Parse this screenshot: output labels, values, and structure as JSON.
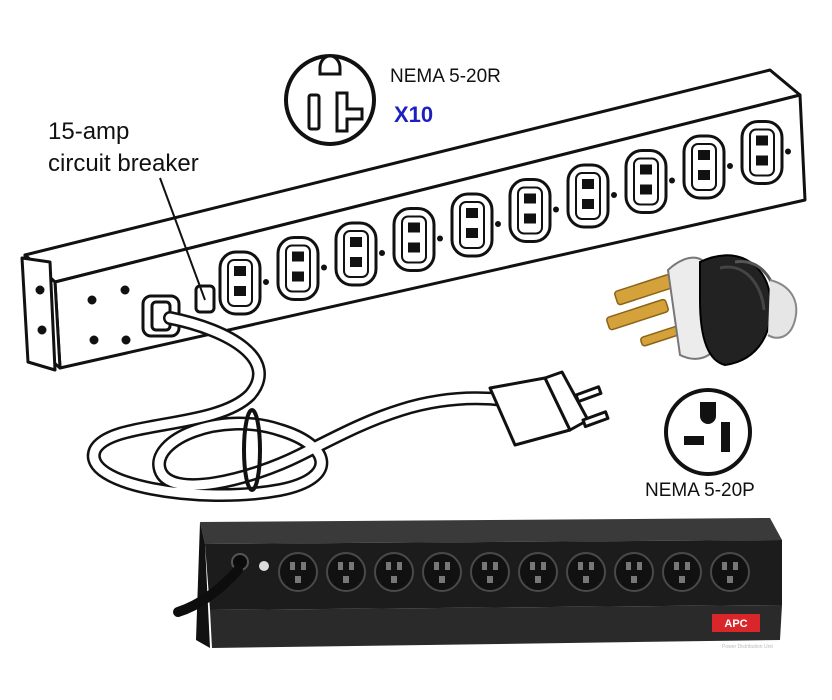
{
  "receptacle": {
    "name": "NEMA 5-20R",
    "quantity": "X10"
  },
  "breaker": {
    "line1": "15-amp",
    "line2": "circuit breaker"
  },
  "plug": {
    "name": "NEMA 5-20P"
  },
  "photo_unit": {
    "brand": "APC",
    "face_text": "Power Distribution Unit"
  },
  "colors": {
    "quantity_accent": "#1f1fbf",
    "photo_unit_body": "#1c1c1c",
    "brand_badge": "#d9262b",
    "plug_brass": "#d4a13a"
  }
}
